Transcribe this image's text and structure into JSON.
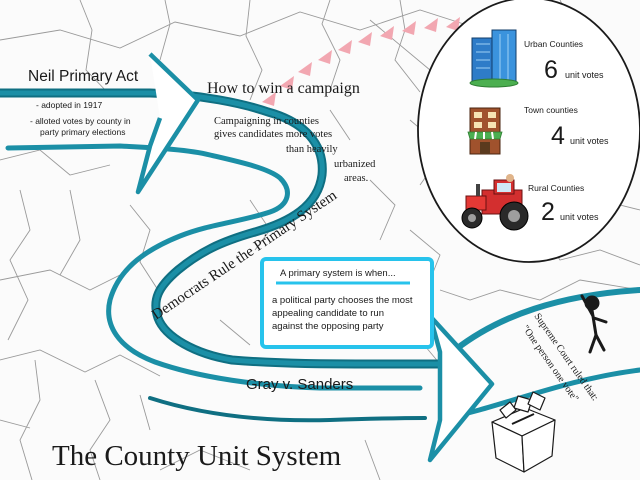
{
  "title": "The County Unit System",
  "neil_act": {
    "heading": "Neil Primary Act",
    "bullet_1": "- adopted in 1917",
    "bullet_2_line_1": "- alloted votes by county in",
    "bullet_2_line_2": "party primary elections"
  },
  "campaign": {
    "heading": "How to win a campaign",
    "line_1": "Campaigning in counties",
    "line_2": "gives candidates more votes",
    "line_3": "than heavily",
    "line_4": "urbanized",
    "line_5": "areas."
  },
  "democrats_label": "Democrats Rule the Primary System",
  "primary_box": {
    "heading": "A primary system is when...",
    "line_1": "a political party chooses the most",
    "line_2": "appealing candidate to run",
    "line_3": "against the opposing party"
  },
  "gray_label": "Gray v. Sanders",
  "court": {
    "line_1": "Supreme Court ruled that:",
    "line_2": "\"One person one vote\""
  },
  "unit_votes": [
    {
      "label": "Urban Counties",
      "count": "6",
      "unit": "unit votes",
      "icon": "skyscraper-icon"
    },
    {
      "label": "Town counties",
      "count": "4",
      "unit": "unit votes",
      "icon": "storefront-icon"
    },
    {
      "label": "Rural Counties",
      "count": "2",
      "unit": "unit votes",
      "icon": "tractor-icon"
    }
  ],
  "colors": {
    "ribbon": "#1b8fa6",
    "ribbon_dark": "#0f6f82",
    "box_border": "#27c3ec",
    "chevrons": "#f2a7b1",
    "map_lines": "#9a9a9a",
    "text": "#1a1a1a"
  }
}
